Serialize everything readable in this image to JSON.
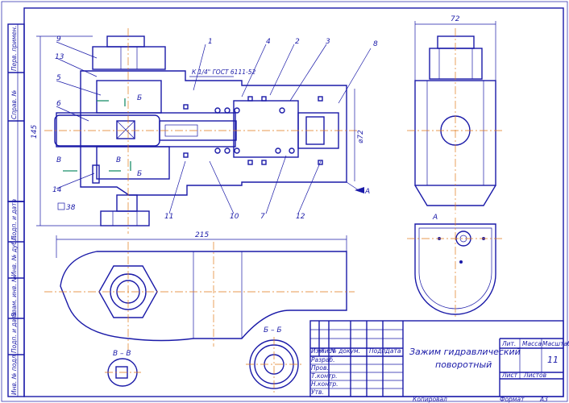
{
  "sheet": {
    "title_line1": "Зажим гидравлический",
    "title_line2": "поворотный",
    "sheet_number": "11",
    "format_label": "Формат",
    "format_value": "А3",
    "copied_label": "Копировал"
  },
  "title_block": {
    "col_izm": "Изм",
    "col_list": "Лист",
    "col_doc": "№ докум.",
    "col_sign": "Подп.",
    "col_date": "Дата",
    "row_razrab": "Разраб.",
    "row_prov": "Пров.",
    "row_tkontr": "Т.контр.",
    "row_nkontr": "Н.контр.",
    "row_utv": "Утв.",
    "cell_lit": "Лит.",
    "cell_massa": "Масса",
    "cell_masshtab": "Масштаб",
    "cell_list": "Лист",
    "cell_listov": "Листов"
  },
  "side_stamps": {
    "perv_primen": "Перв. примен.",
    "sprav_no": "Справ. №",
    "podp_data_1": "Подп. и дата",
    "inv_dubl": "Инв. № дубл.",
    "vzam_inv": "Взам. инв. №",
    "podp_data_2": "Подп. и дата",
    "inv_podl": "Инв. № подл."
  },
  "dimensions": {
    "width_top": "72",
    "height_left": "145",
    "length_bottom": "215",
    "diameter": "⌀72",
    "square": "38",
    "thread_note": "К 1/4\" ГОСТ 6111-52"
  },
  "section_labels": {
    "view_a": "А",
    "section_v": "В – В",
    "section_b": "Б – Б",
    "arrow_a": "А",
    "cut_v1": "В",
    "cut_v2": "В",
    "cut_b1": "Б",
    "cut_b2": "Б"
  },
  "callouts": [
    "1",
    "2",
    "3",
    "4",
    "5",
    "6",
    "7",
    "8",
    "9",
    "10",
    "11",
    "12",
    "13",
    "14"
  ],
  "colors": {
    "line": "#1a1aa8",
    "axis": "#e07a1a",
    "cut_mark": "#1b8f6a"
  }
}
